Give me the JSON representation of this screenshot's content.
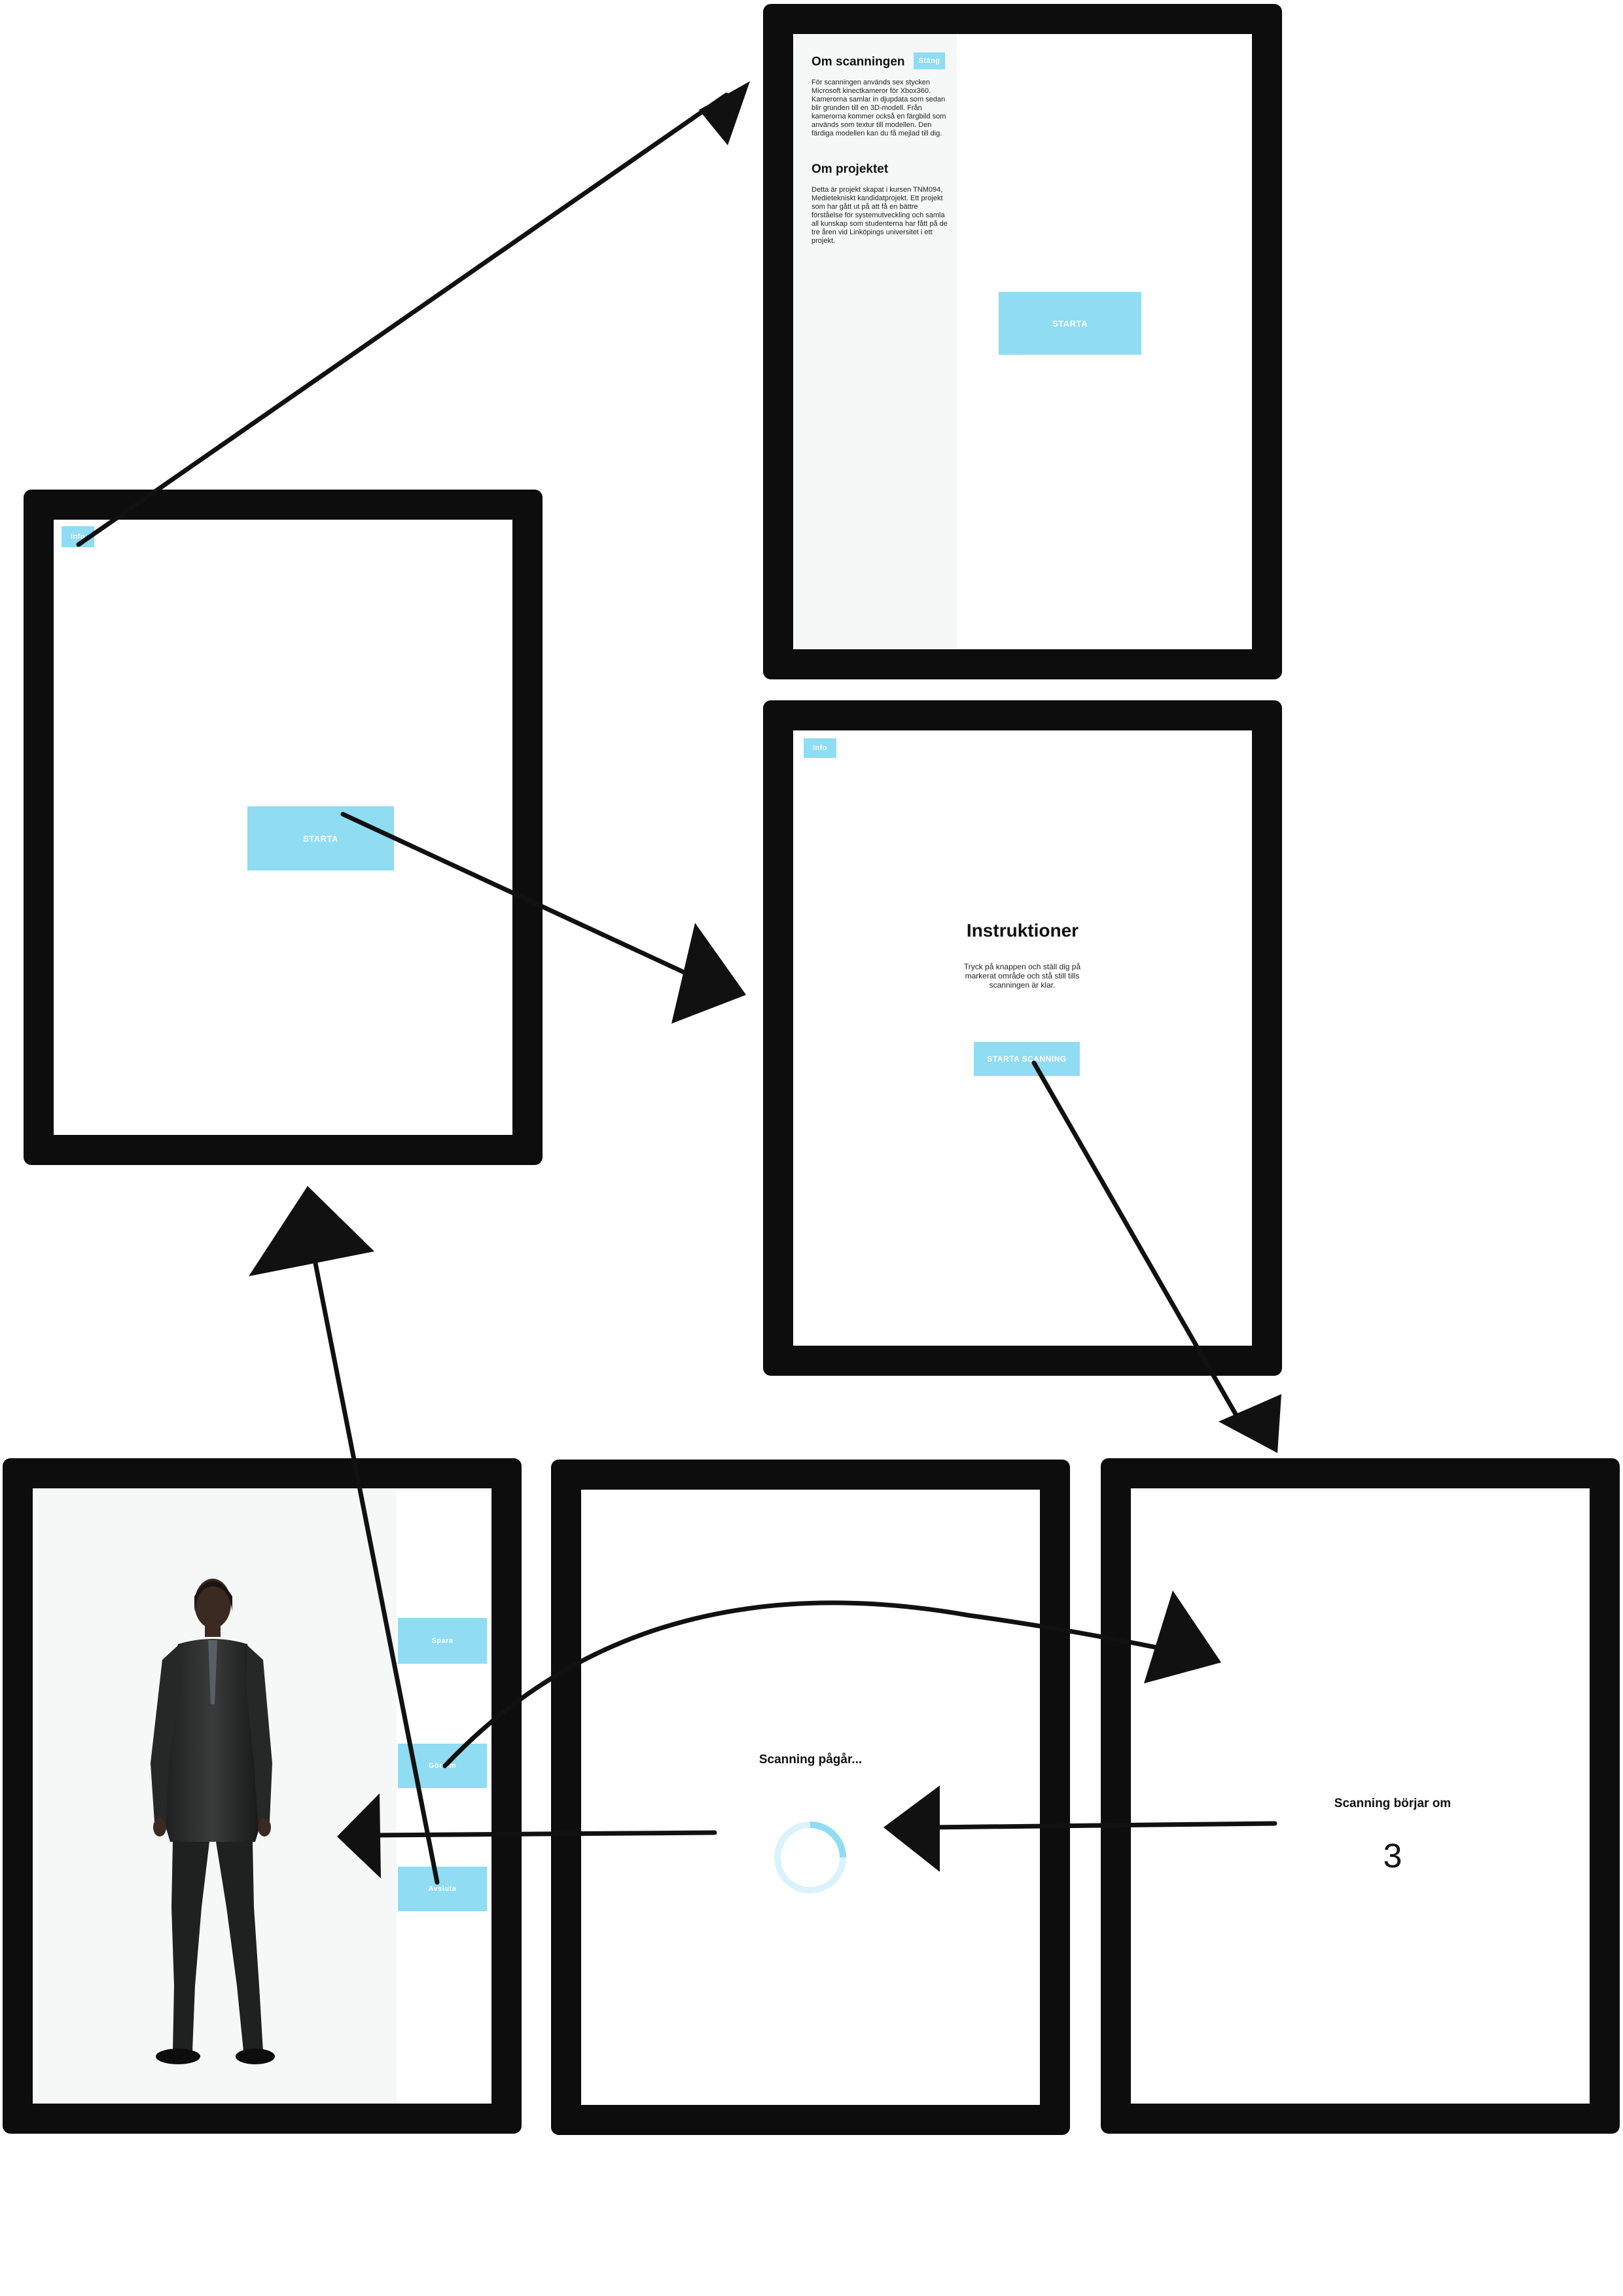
{
  "info_screen": {
    "scanning_title": "Om scanningen",
    "close_button": "Stäng",
    "scanning_text": "För scanningen används sex stycken Microsoft kinectkameror för Xbox360. Kamerorna samlar in djupdata som sedan blir grunden till en 3D-modell. Från kamerorna kommer också en färgbild som används som textur till modellen. Den färdiga modellen kan du få mejlad till dig.",
    "project_title": "Om projektet",
    "project_text": "Detta är projekt skapat i kursen TNM094, Medietekniskt kandidatprojekt. Ett projekt som har gått ut på att få en bättre förståelse för systemutveckling och samla all kunskap som studenterna har fått på de tre åren vid Linköpings universitet i ett projekt.",
    "start_button": "STARTA"
  },
  "start_screen": {
    "info_button": "Info",
    "start_button": "STARTA"
  },
  "instructions_screen": {
    "info_button": "Info",
    "title": "Instruktioner",
    "text": "Tryck på knappen och ställ dig på markerat område och stå still tills scanningen är klar.",
    "start_scan_button": "STARTA SCANNING"
  },
  "countdown_screen": {
    "label": "Scanning börjar om",
    "count": "3"
  },
  "progress_screen": {
    "label": "Scanning pågår...",
    "accent_color": "#8fdcf3"
  },
  "result_screen": {
    "buttons": [
      "Spara",
      "Gör om",
      "Avsluta"
    ]
  },
  "colors": {
    "frame": "#0c0d0c",
    "button": "#8fdcf3",
    "side_panel": "#f6f8f7"
  }
}
